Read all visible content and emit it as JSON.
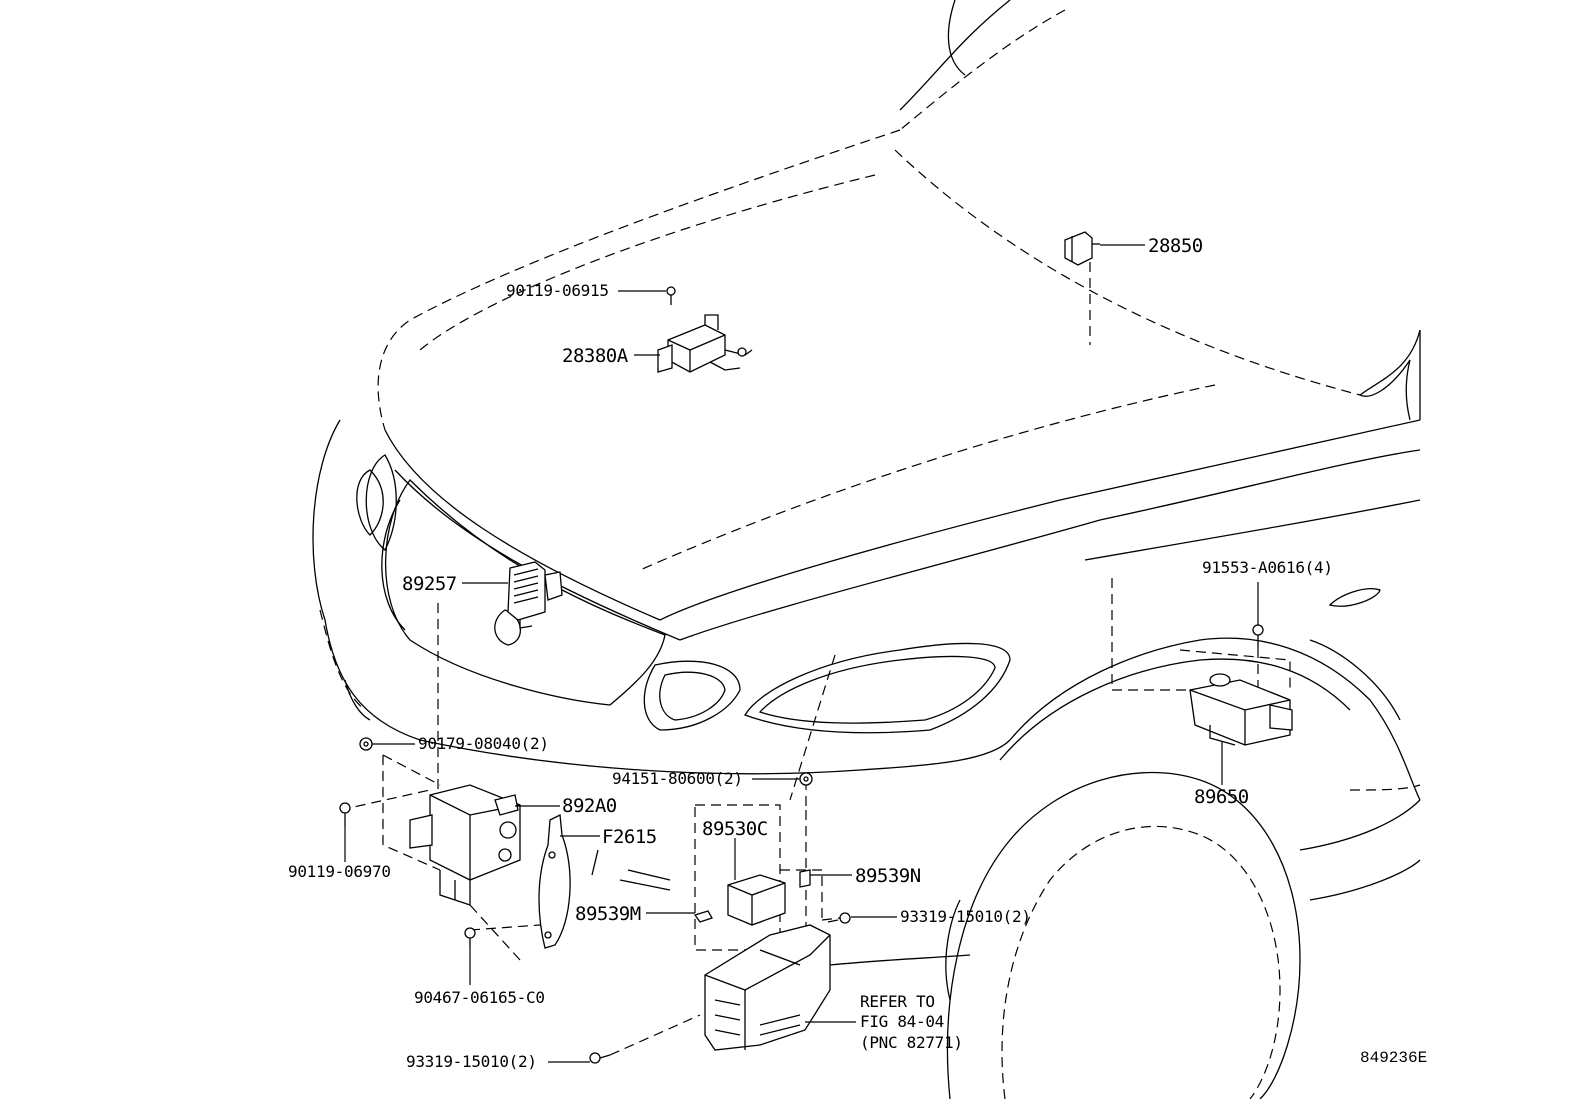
{
  "diagram_code": "849236E",
  "callouts": {
    "p28850": "28850",
    "p90119_06915": "90119-06915",
    "p28380A": "28380A",
    "p89257": "89257",
    "p91553": "91553-A0616(4)",
    "p89650": "89650",
    "p90179": "90179-08040(2)",
    "p94151": "94151-80600(2)",
    "p892A0": "892A0",
    "pF2615": "F2615",
    "p89530C": "89530C",
    "p89539N": "89539N",
    "p90119_06970": "90119-06970",
    "p89539M": "89539M",
    "p93319_right": "93319-15010(2)",
    "p90467": "90467-06165-C0",
    "p93319_bottom": "93319-15010(2)"
  },
  "refer_note": {
    "line1": "REFER TO",
    "line2": "FIG 84-04",
    "line3": "(PNC 82771)"
  }
}
